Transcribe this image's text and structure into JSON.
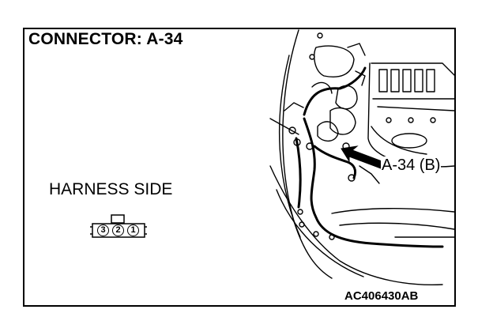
{
  "title": "CONNECTOR: A-34",
  "harness_label": "HARNESS SIDE",
  "connector": {
    "pins": [
      "3",
      "2",
      "1"
    ]
  },
  "callout": "A-34 (B)",
  "figure_code": "AC406430AB"
}
